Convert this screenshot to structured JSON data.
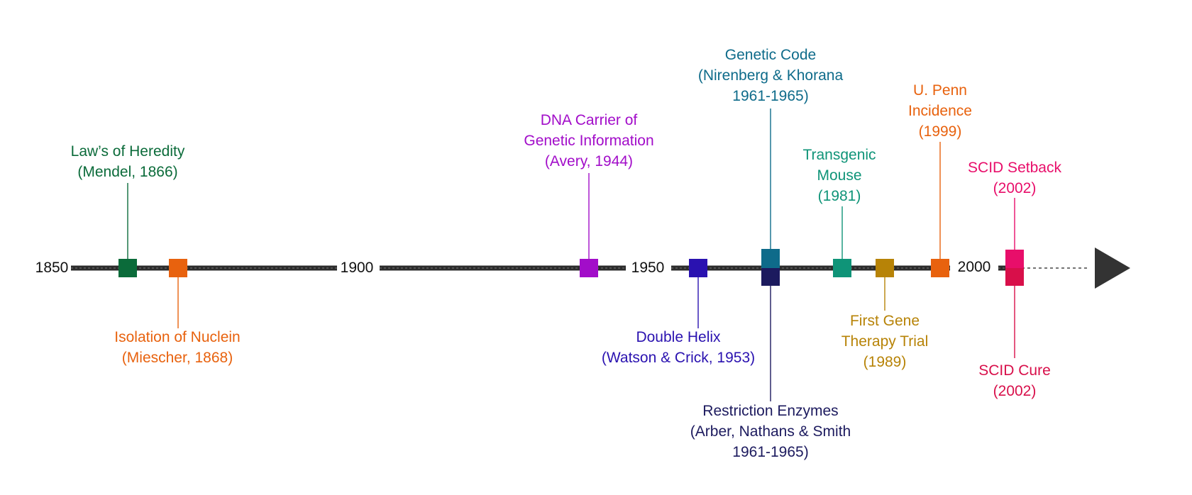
{
  "axis": {
    "line_color": "#2b2b2b",
    "year_labels": [
      "1850",
      "1900",
      "1950",
      "2000"
    ]
  },
  "events": [
    {
      "id": "laws-of-heredity",
      "lines": [
        "Law’s of Heredity",
        "(Mendel, 1866)"
      ],
      "color": "#0b6b3a"
    },
    {
      "id": "isolation-of-nuclein",
      "lines": [
        "Isolation of Nuclein",
        "(Miescher, 1868)"
      ],
      "color": "#e8620e"
    },
    {
      "id": "dna-carrier",
      "lines": [
        "DNA Carrier of",
        "Genetic Information",
        "(Avery, 1944)"
      ],
      "color": "#a20dc9"
    },
    {
      "id": "double-helix",
      "lines": [
        "Double Helix",
        "(Watson & Crick, 1953)"
      ],
      "color": "#2a12b0"
    },
    {
      "id": "genetic-code",
      "lines": [
        "Genetic Code",
        "(Nirenberg & Khorana",
        "1961-1965)"
      ],
      "color": "#0e6b8a"
    },
    {
      "id": "restriction-enzymes",
      "lines": [
        "Restriction Enzymes",
        "(Arber, Nathans & Smith",
        "1961-1965)"
      ],
      "color": "#1c1a5e"
    },
    {
      "id": "transgenic-mouse",
      "lines": [
        "Transgenic",
        "Mouse",
        "(1981)"
      ],
      "color": "#0f9478"
    },
    {
      "id": "first-gene-therapy",
      "lines": [
        "First Gene",
        "Therapy Trial",
        "(1989)"
      ],
      "color": "#b78307"
    },
    {
      "id": "upenn-incidence",
      "lines": [
        "U. Penn",
        "Incidence",
        "(1999)"
      ],
      "color": "#e8620e"
    },
    {
      "id": "scid-setback",
      "lines": [
        "SCID Setback",
        "(2002)"
      ],
      "color": "#e80e6a"
    },
    {
      "id": "scid-cure",
      "lines": [
        "SCID Cure",
        "(2002)"
      ],
      "color": "#d80f4a"
    }
  ]
}
